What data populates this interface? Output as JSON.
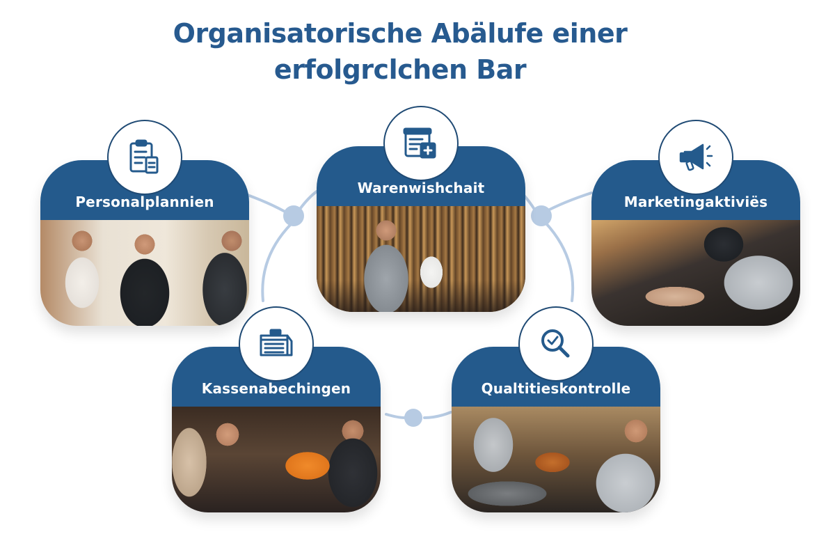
{
  "title": {
    "line1": "Organisatorische Abälufe einer",
    "line2": "erfolgrclchen Bar"
  },
  "colors": {
    "title": "#275a8f",
    "band": "#245a8c",
    "icon_stroke": "#1f4a74",
    "connector": "#b7cbe3"
  },
  "cards": [
    {
      "id": "personal",
      "label": "Personalplannien",
      "icon": "clipboard-icon",
      "photo": "staff-planning-photo"
    },
    {
      "id": "waren",
      "label": "Warenwishchait",
      "icon": "inventory-clipboard-icon",
      "photo": "bartender-tablet-photo"
    },
    {
      "id": "marketing",
      "label": "Marketingaktiviës",
      "icon": "megaphone-icon",
      "photo": "bar-counter-payment-photo"
    },
    {
      "id": "kasse",
      "label": "Kassenabechingen",
      "icon": "cash-register-icon",
      "photo": "guests-cocktail-photo"
    },
    {
      "id": "qualitaet",
      "label": "Qualtitieskontrolle",
      "icon": "magnifier-check-icon",
      "photo": "cocktail-tasting-photo"
    }
  ]
}
